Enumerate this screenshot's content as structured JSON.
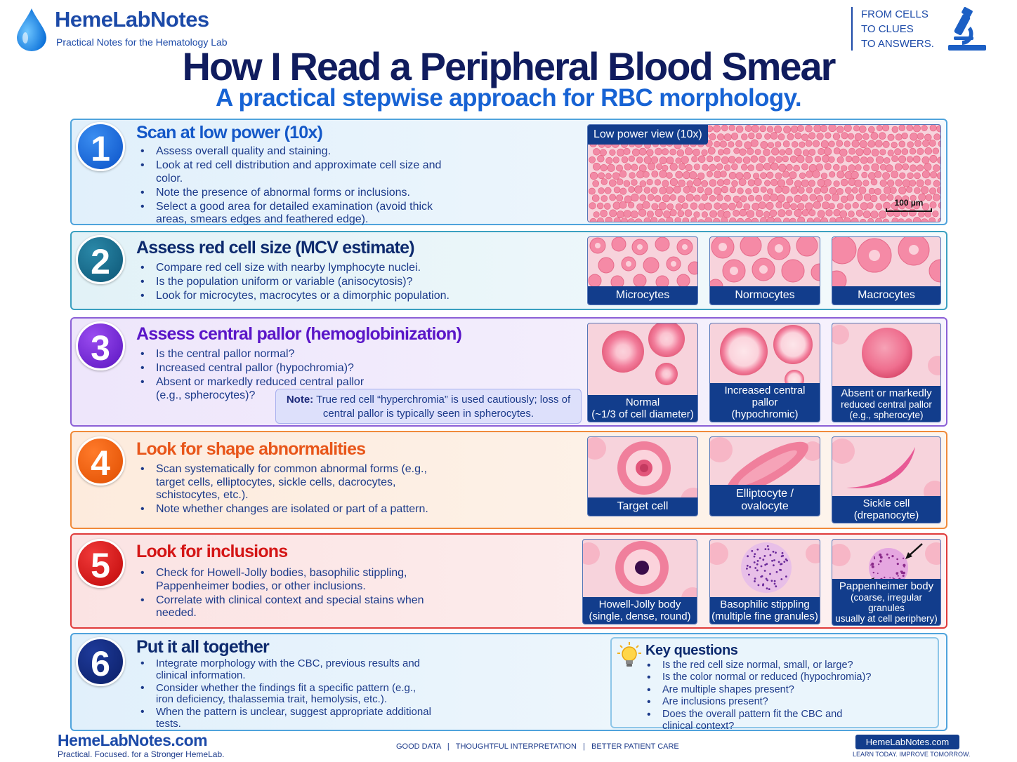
{
  "brand": {
    "name": "HemeLabNotes",
    "tagline": "Practical Notes for the Hematology Lab",
    "motto": [
      "FROM CELLS",
      "TO CLUES",
      "TO ANSWERS."
    ]
  },
  "title": "How I Read a Peripheral Blood Smear",
  "subtitle": "A practical stepwise approach for RBC morphology.",
  "steps": [
    {
      "number": "1",
      "title": "Scan at low power (10x)",
      "bullets": [
        "Assess overall quality and staining.",
        "Look at red cell distribution and approximate cell size and color.",
        "Note the presence of abnormal forms or inclusions.",
        "Select a good area for detailed examination (avoid thick areas, smears edges and feathered edge)."
      ],
      "image_label": "Low power view (10x)",
      "scale_label": "100 µm"
    },
    {
      "number": "2",
      "title": "Assess red cell size (MCV estimate)",
      "bullets": [
        "Compare red cell size with nearby lymphocyte nuclei.",
        "Is the population uniform or variable (anisocytosis)?",
        "Look for microcytes, macrocytes or a dimorphic population."
      ],
      "images": [
        "Microcytes",
        "Normocytes",
        "Macrocytes"
      ]
    },
    {
      "number": "3",
      "title": "Assess central pallor (hemoglobinization)",
      "bullets": [
        "Is the central pallor normal?",
        "Increased central pallor (hypochromia)?",
        "Absent or markedly reduced central pallor (e.g., spherocytes)?"
      ],
      "note_label": "Note:",
      "note_text": "True red cell “hyperchromia” is used cautiously; loss of central pallor is typically seen in spherocytes.",
      "images": [
        [
          "Normal",
          "(~1/3 of cell diameter)"
        ],
        [
          "Increased central pallor",
          "(hypochromic)"
        ],
        [
          "Absent or markedly",
          "reduced central pallor",
          "(e.g., spherocyte)"
        ]
      ]
    },
    {
      "number": "4",
      "title": "Look for shape abnormalities",
      "bullets": [
        "Scan systematically for common abnormal forms (e.g., target cells, elliptocytes, sickle cells, dacrocytes, schistocytes, etc.).",
        "Note whether changes are isolated or part of a pattern."
      ],
      "images": [
        [
          "Target cell"
        ],
        [
          "Elliptocyte / ovalocyte"
        ],
        [
          "Sickle cell",
          "(drepanocyte)"
        ]
      ]
    },
    {
      "number": "5",
      "title": "Look for inclusions",
      "bullets": [
        "Check for Howell-Jolly bodies, basophilic stippling, Pappenheimer bodies, or other inclusions.",
        "Correlate with clinical context and special stains when needed."
      ],
      "images": [
        [
          "Howell-Jolly body",
          "(single, dense, round)"
        ],
        [
          "Basophilic stippling",
          "(multiple fine granules)"
        ],
        [
          "Pappenheimer body",
          "(coarse, irregular granules",
          "usually at cell periphery)"
        ]
      ]
    },
    {
      "number": "6",
      "title": "Put it all together",
      "bullets": [
        "Integrate morphology with the CBC, previous results and clinical information.",
        "Consider whether the findings fit a specific pattern (e.g., iron deficiency, thalassemia trait, hemolysis, etc.).",
        "When the pattern is unclear, suggest appropriate additional tests."
      ],
      "key_title": "Key questions",
      "key_questions": [
        "Is the red cell size normal, small, or large?",
        "Is the color normal or reduced (hypochromia)?",
        "Are multiple shapes present?",
        "Are inclusions present?",
        "Does the overall pattern fit the CBC and clinical context?"
      ]
    }
  ],
  "footer": {
    "site": "HemeLabNotes.com",
    "sub": "Practical. Focused. for a Stronger HemeLab.",
    "middle": "GOOD DATA   |   THOUGHTFUL INTERPRETATION   |   BETTER PATIENT CARE",
    "badge": "HemeLabNotes.com",
    "badge_sub": "LEARN TODAY. IMPROVE TOMORROW."
  },
  "colors": {
    "navy": "#101c5e",
    "blue": "#1763d4",
    "caption": "#123d8c",
    "rbc": "#f07f9c"
  },
  "icons": [
    "droplet-icon",
    "microscope-icon",
    "lightbulb-icon"
  ]
}
